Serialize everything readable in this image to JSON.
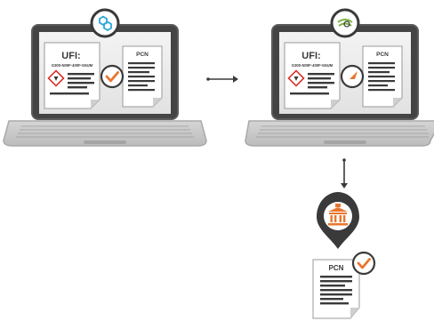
{
  "laptop_left": {
    "ufi_label": "UFI:",
    "ufi_code": "G300-N00F-400F-G6UM",
    "pcn_label": "PCN",
    "badge_icon": "hexagon-molecules-icon",
    "status_icon": "check-icon"
  },
  "laptop_right": {
    "ufi_label": "UFI:",
    "ufi_code": "G300-N00F-400F-G6UM",
    "pcn_label": "PCN",
    "badge_icon": "echa-portal-icon",
    "status_icon": "send-arrow-icon"
  },
  "destination": {
    "pin_icon": "government-building-icon",
    "pcn_label": "PCN",
    "status_icon": "check-icon"
  },
  "colors": {
    "accent_orange": "#e8762d",
    "dark_grey": "#3a3a3a",
    "badge_blue": "#2aa8d8",
    "badge_green": "#7cb342",
    "hazard_red": "#d9302a"
  }
}
